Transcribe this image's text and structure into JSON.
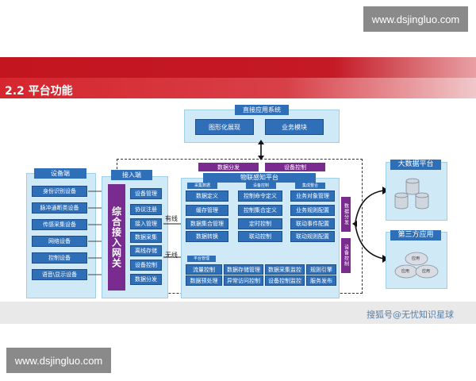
{
  "watermark_top": "www.dsjingluo.com",
  "watermark_bottom": "www.dsjingluo.com",
  "section_title": "2.2 平台功能",
  "top_system": {
    "title": "直接应用系统",
    "items": [
      "图形化展现",
      "业务模块"
    ]
  },
  "device_panel": {
    "title": "设备端",
    "items": [
      "身份识别设备",
      "脉冲通断类设备",
      "传感采集设备",
      "网络设备",
      "控制设备",
      "语音\\显示设备"
    ]
  },
  "access_panel": {
    "title": "接入端",
    "vertical_label": "综合接入网关",
    "items": [
      "设备管理",
      "协议注册",
      "接入管理",
      "数据采集",
      "离线存储",
      "设备控制",
      "数据分发"
    ]
  },
  "link_labels": {
    "wired": "有线",
    "wireless": "无线"
  },
  "iot_platform": {
    "tags": [
      "数据分发",
      "设备控制"
    ],
    "title": "物联感知平台",
    "columns": [
      {
        "header": "采集数据",
        "items": [
          "数据定义",
          "缓存管理",
          "数据集合管理",
          "数据转换"
        ]
      },
      {
        "header": "设备控制",
        "items": [
          "控制命令定义",
          "控制集合定义",
          "定时控制",
          "联动控制"
        ]
      },
      {
        "header": "集成整合",
        "items": [
          "业务对象管理",
          "业务规则配置",
          "联动事件配置",
          "联动规则配置"
        ]
      }
    ],
    "side_tags": [
      "数据分发",
      "设备控制"
    ],
    "platform_mgmt": {
      "header": "平台管理",
      "rows": [
        [
          "流量控制",
          "数据存储管理",
          "数据采集监控",
          "规则引擎"
        ],
        [
          "数据预处理",
          "异常访问控制",
          "设备控制监控",
          "服务发布"
        ]
      ]
    }
  },
  "right_panels": [
    {
      "title": "大数据平台"
    },
    {
      "title": "第三方应用",
      "bubbles": [
        "应用",
        "应用",
        "应用"
      ]
    }
  ],
  "credit": "搜狐号@无忧知识星球"
}
